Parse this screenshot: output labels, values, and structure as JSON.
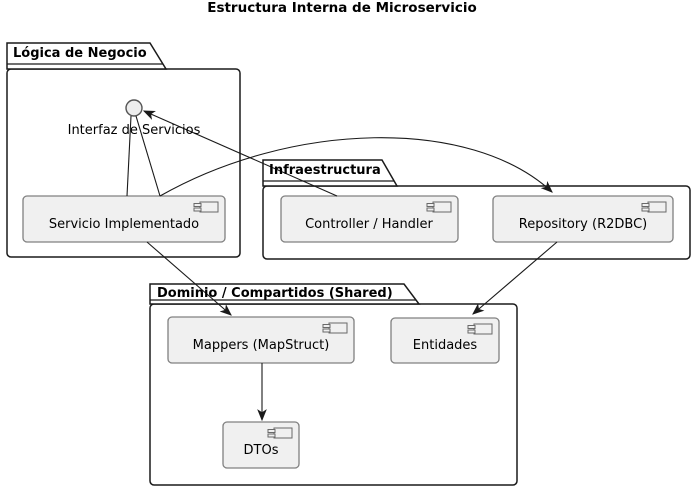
{
  "title": "Estructura Interna de Microservicio",
  "packages": {
    "logica": {
      "label": "Lógica de Negocio"
    },
    "infra": {
      "label": "Infraestructura"
    },
    "dominio": {
      "label": "Dominio / Compartidos (Shared)"
    }
  },
  "nodes": {
    "interfaz": {
      "label": "Interfaz de Servicios",
      "type": "interface-lollipop"
    },
    "servicio": {
      "label": "Servicio Implementado",
      "type": "component"
    },
    "controller": {
      "label": "Controller / Handler",
      "type": "component"
    },
    "repository": {
      "label": "Repository (R2DBC)",
      "type": "component"
    },
    "mappers": {
      "label": "Mappers (MapStruct)",
      "type": "component"
    },
    "entidades": {
      "label": "Entidades",
      "type": "component"
    },
    "dtos": {
      "label": "DTOs",
      "type": "component"
    }
  },
  "edges": [
    {
      "from": "Servicio Implementado",
      "to": "Interfaz de Servicios",
      "style": "plain-line"
    },
    {
      "from": "Servicio Implementado",
      "to": "Interfaz de Servicios",
      "style": "plain-line"
    },
    {
      "from": "Controller / Handler",
      "to": "Interfaz de Servicios",
      "style": "arrow"
    },
    {
      "from": "Servicio Implementado",
      "to": "Repository (R2DBC)",
      "style": "arrow-curved"
    },
    {
      "from": "Servicio Implementado",
      "to": "Mappers (MapStruct)",
      "style": "arrow"
    },
    {
      "from": "Repository (R2DBC)",
      "to": "Entidades",
      "style": "arrow"
    },
    {
      "from": "Mappers (MapStruct)",
      "to": "DTOs",
      "style": "arrow"
    }
  ],
  "colors": {
    "background": "#ffffff",
    "node_fill": "#f0f0f0",
    "node_border": "#808080",
    "package_border": "#1a1a1a",
    "edge": "#1a1a1a",
    "text": "#000000",
    "icon_border": "#696969",
    "interface_fill": "#ededed",
    "interface_border": "#555555"
  }
}
